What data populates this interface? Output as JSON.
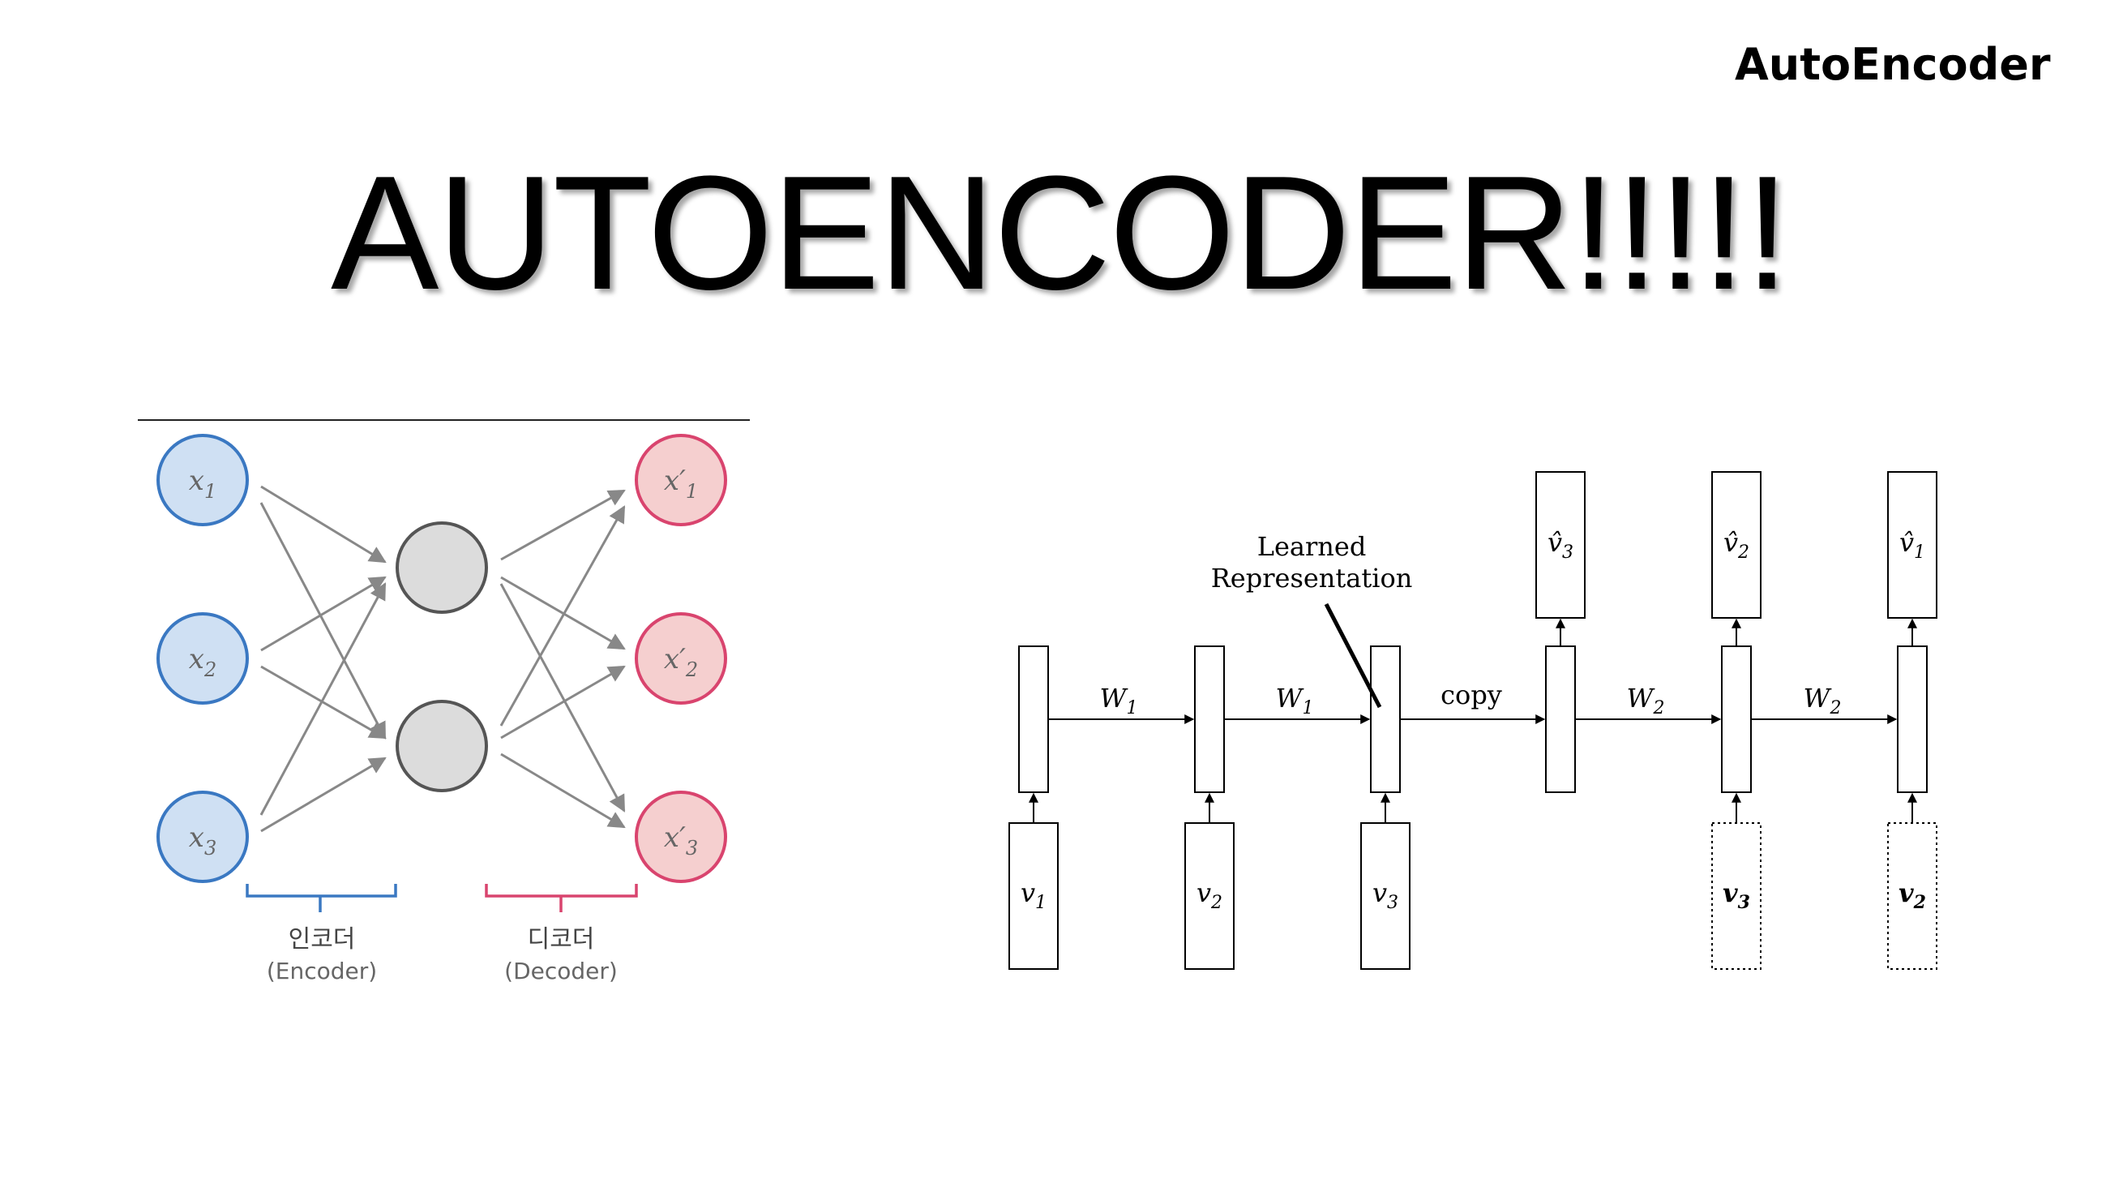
{
  "header": {
    "corner_title": "AutoEncoder",
    "main_title": "AUTOENCODER!!!!!"
  },
  "left_diagram": {
    "inputs": [
      {
        "base": "x",
        "sub": "1"
      },
      {
        "base": "x",
        "sub": "2"
      },
      {
        "base": "x",
        "sub": "3"
      }
    ],
    "outputs": [
      {
        "base": "x′",
        "sub": "1"
      },
      {
        "base": "x′",
        "sub": "2"
      },
      {
        "base": "x′",
        "sub": "3"
      }
    ],
    "hidden_count": 2,
    "encoder_label": "인코더",
    "encoder_sub": "(Encoder)",
    "decoder_label": "디코더",
    "decoder_sub": "(Decoder)",
    "colors": {
      "input_fill": "#cfe0f3",
      "input_stroke": "#3a78c2",
      "output_fill": "#f5cfcf",
      "output_stroke": "#d9446e",
      "hidden_fill": "#dcdcdc",
      "hidden_stroke": "#555555",
      "arrow": "#888888"
    }
  },
  "right_diagram": {
    "learned_line1": "Learned",
    "learned_line2": "Representation",
    "copy_label": "copy",
    "weights": [
      "W",
      "W",
      "W",
      "W"
    ],
    "weight_subs": [
      "1",
      "1",
      "2",
      "2"
    ],
    "inputs": [
      {
        "base": "v",
        "sub": "1",
        "dashed": false
      },
      {
        "base": "v",
        "sub": "2",
        "dashed": false
      },
      {
        "base": "v",
        "sub": "3",
        "dashed": false
      },
      {
        "base": "v",
        "sub": "3",
        "dashed": true
      },
      {
        "base": "v",
        "sub": "2",
        "dashed": true
      }
    ],
    "outputs": [
      {
        "base": "v̂",
        "sub": "3"
      },
      {
        "base": "v̂",
        "sub": "2"
      },
      {
        "base": "v̂",
        "sub": "1"
      }
    ]
  }
}
